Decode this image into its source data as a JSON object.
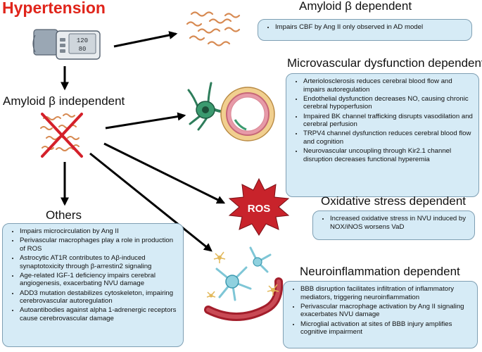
{
  "title": "Hypertension",
  "amyloid_dependent": {
    "heading": "Amyloid β  dependent",
    "items": [
      "Impairs CBF by Ang II only observed in AD model"
    ]
  },
  "microvascular": {
    "heading": "Microvascular dysfunction dependent",
    "items": [
      "Arteriolosclerosis reduces cerebral blood flow and impairs autoregulation",
      "Endothelial dysfunction decreases NO, causing chronic cerebral hypoperfusion",
      "Impaired BK channel trafficking disrupts vasodilation and cerebral perfusion",
      "TRPV4 channel dysfunction reduces cerebral blood flow and cognition",
      "Neurovascular uncoupling through Kir2.1 channel disruption decreases functional hyperemia"
    ]
  },
  "amyloid_independent": {
    "label": "Amyloid β  independent"
  },
  "oxidative": {
    "heading": "Oxidative stress dependent",
    "ros_label": "ROS",
    "items": [
      "Increased oxidative stress in NVU induced by NOX/iNOS worsens VaD"
    ]
  },
  "others": {
    "heading": "Others",
    "items": [
      "Impairs microcirculation by Ang II",
      "Perivascular macrophages play a role in production of ROS",
      "Astrocytic AT1R contributes to Aβ-induced synaptotoxicity through β-arrestin2 signaling",
      "Age-related IGF-1 deficiency impairs cerebral angiogenesis, exacerbating NVU damage",
      "ADD3 mutation destabilizes cytoskeleton, impairing cerebrovascular autoregulation",
      "Autoantibodies against alpha 1-adrenergic receptors cause cerebrovascular damage"
    ]
  },
  "neuroinflammation": {
    "heading": "Neuroinflammation dependent",
    "items": [
      "BBB disruption facilitates infiltration of inflammatory mediators, triggering neuroinflammation",
      "Perivascular macrophage activation by Ang II signaling exacerbates NVU damage",
      "Microglial activation at sites of BBB injury amplifies cognitive impairment"
    ]
  },
  "monitor": {
    "top_reading": "120",
    "bottom_reading": "80"
  },
  "icons": [
    "blood-pressure-monitor-icon",
    "amyloid-fibrils-icon",
    "crossed-out-fibrils-icon",
    "blood-vessel-cell-icon",
    "ros-burst-icon",
    "neuroinflammation-icon",
    "arrow-icon"
  ],
  "colors": {
    "title": "#e0251b",
    "box_fill": "#d6ebf6",
    "ros_burst": "#c8232b",
    "fibril": "#d78a52",
    "arrow": "#000000"
  }
}
